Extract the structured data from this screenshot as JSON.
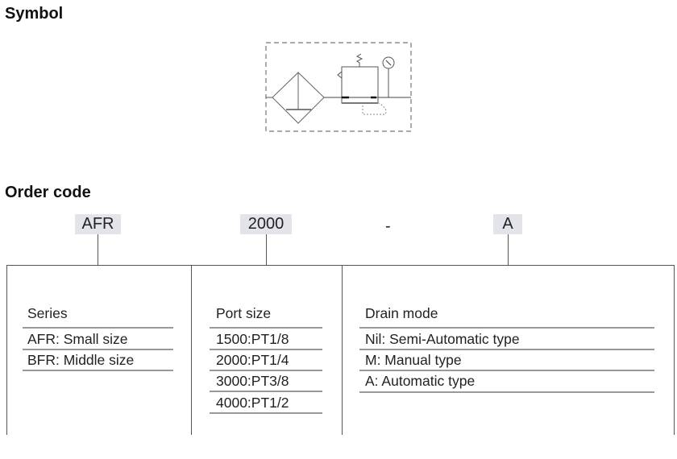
{
  "headings": {
    "symbol": "Symbol",
    "order_code": "Order code"
  },
  "code": {
    "series": "AFR",
    "port": "2000",
    "dash": "-",
    "drain": "A"
  },
  "series": {
    "title": "Series",
    "items": [
      "AFR: Small size",
      "BFR: Middle size"
    ]
  },
  "port": {
    "title": "Port size",
    "items": [
      "1500:PT1/8",
      "2000:PT1/4",
      "3000:PT3/8",
      "4000:PT1/2"
    ]
  },
  "drain": {
    "title": "Drain mode",
    "items": [
      "Nil: Semi-Automatic type",
      "M: Manual type",
      "A: Automatic type"
    ]
  }
}
